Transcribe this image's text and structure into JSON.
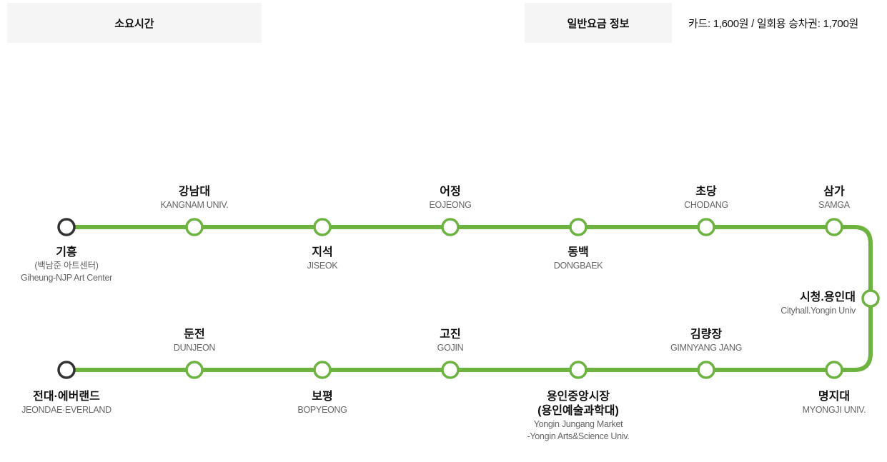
{
  "tabs": {
    "time_label": "소요시간",
    "fare_label": "일반요금 정보"
  },
  "fare_text": "카드: 1,600원 / 일회용 승차권: 1,700원",
  "colors": {
    "line": "#6cb33f",
    "terminal": "#333333",
    "station_fill": "#ffffff"
  },
  "stations": [
    {
      "ko": "기흥",
      "ko2": "(백남준 아트센터)",
      "en": "Giheung-NJP Art Center",
      "terminal": true
    },
    {
      "ko": "강남대",
      "en": "KANGNAM UNIV."
    },
    {
      "ko": "지석",
      "en": "JISEOK"
    },
    {
      "ko": "어정",
      "en": "EOJEONG"
    },
    {
      "ko": "동백",
      "en": "DONGBAEK"
    },
    {
      "ko": "초당",
      "en": "CHODANG"
    },
    {
      "ko": "삼가",
      "en": "SAMGA"
    },
    {
      "ko": "시청.용인대",
      "en": "Cityhall.Yongin Univ"
    },
    {
      "ko": "명지대",
      "en": "MYONGJI UNIV."
    },
    {
      "ko": "김량장",
      "en": "GIMNYANG JANG"
    },
    {
      "ko": "용인중앙시장",
      "ko2": "(용인예술과학대)",
      "en": "Yongin Jungang Market",
      "en2": "-Yongin Arts&Science Univ."
    },
    {
      "ko": "고진",
      "en": "GOJIN"
    },
    {
      "ko": "보평",
      "en": "BOPYEONG"
    },
    {
      "ko": "둔전",
      "en": "DUNJEON"
    },
    {
      "ko": "전대·에버랜드",
      "en": "JEONDAE·EVERLAND",
      "terminal": true
    }
  ]
}
